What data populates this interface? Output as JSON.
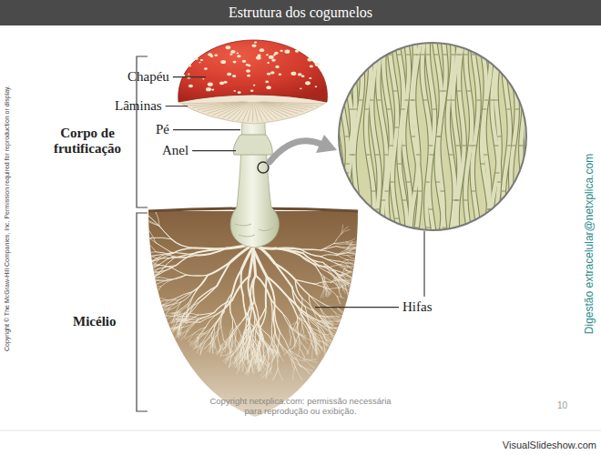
{
  "diagram": {
    "title": "Estrutura dos cogumelos",
    "labels": [
      "Chapéu",
      "Lâminas",
      "Pé",
      "Anel",
      "Corpo de frutificação",
      "Micélio",
      "Hifas",
      "Copyright © The McGraw-Hill Companies, Inc. Permission required for reproduction or display.",
      "Digestão extracelular@netxplica.com",
      "Copyright netxplica.com: permissão necessária para reprodução ou exibição.",
      "10",
      "VisualSlideshow.com"
    ]
  }
}
